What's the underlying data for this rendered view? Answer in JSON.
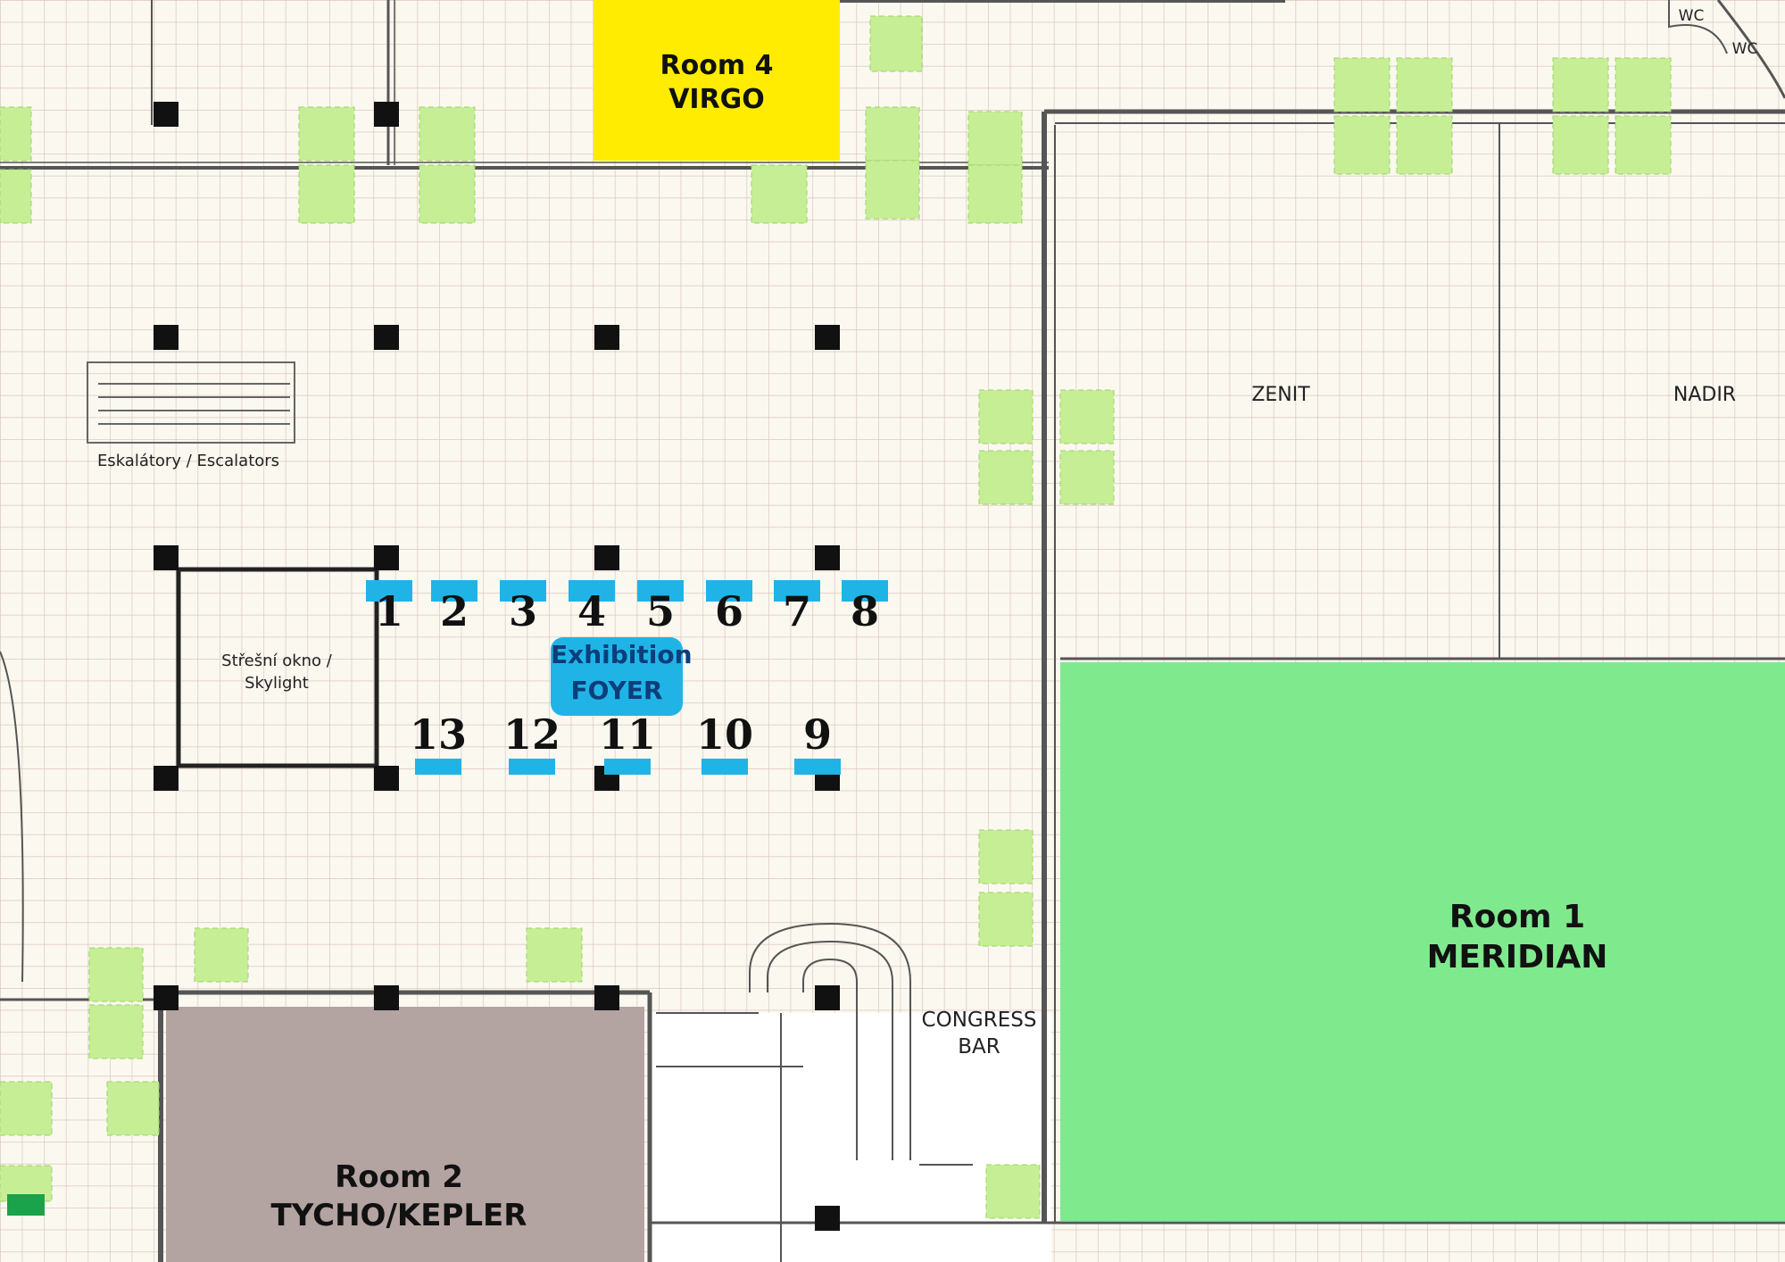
{
  "map": {
    "rooms": [
      {
        "id": "room4",
        "line1": "Room 4",
        "line2": "VIRGO",
        "color": "#ffec00"
      },
      {
        "id": "room1",
        "line1": "Room 1",
        "line2": "MERIDIAN",
        "color": "#7fe98e"
      },
      {
        "id": "room2",
        "line1": "Room 2",
        "line2": "TYCHO/KEPLER",
        "color": "#b3a4a1"
      }
    ],
    "labels": {
      "zenit": "ZENIT",
      "nadir": "NADIR",
      "escalators": "Eskalátory / Escalators",
      "skylight_1": "Střešní okno /",
      "skylight_2": "Skylight",
      "congress_1": "CONGRESS",
      "congress_2": "BAR",
      "wc_1": "WC",
      "wc_2": "WC",
      "foyer_1": "Exhibition",
      "foyer_2": "FOYER"
    },
    "booths": [
      "1",
      "2",
      "3",
      "4",
      "5",
      "6",
      "7",
      "8",
      "9",
      "10",
      "11",
      "12",
      "13"
    ],
    "colors": {
      "booth": "#20b4e6",
      "plant": "#c6ef95",
      "grid": "#d9c7bd"
    }
  }
}
